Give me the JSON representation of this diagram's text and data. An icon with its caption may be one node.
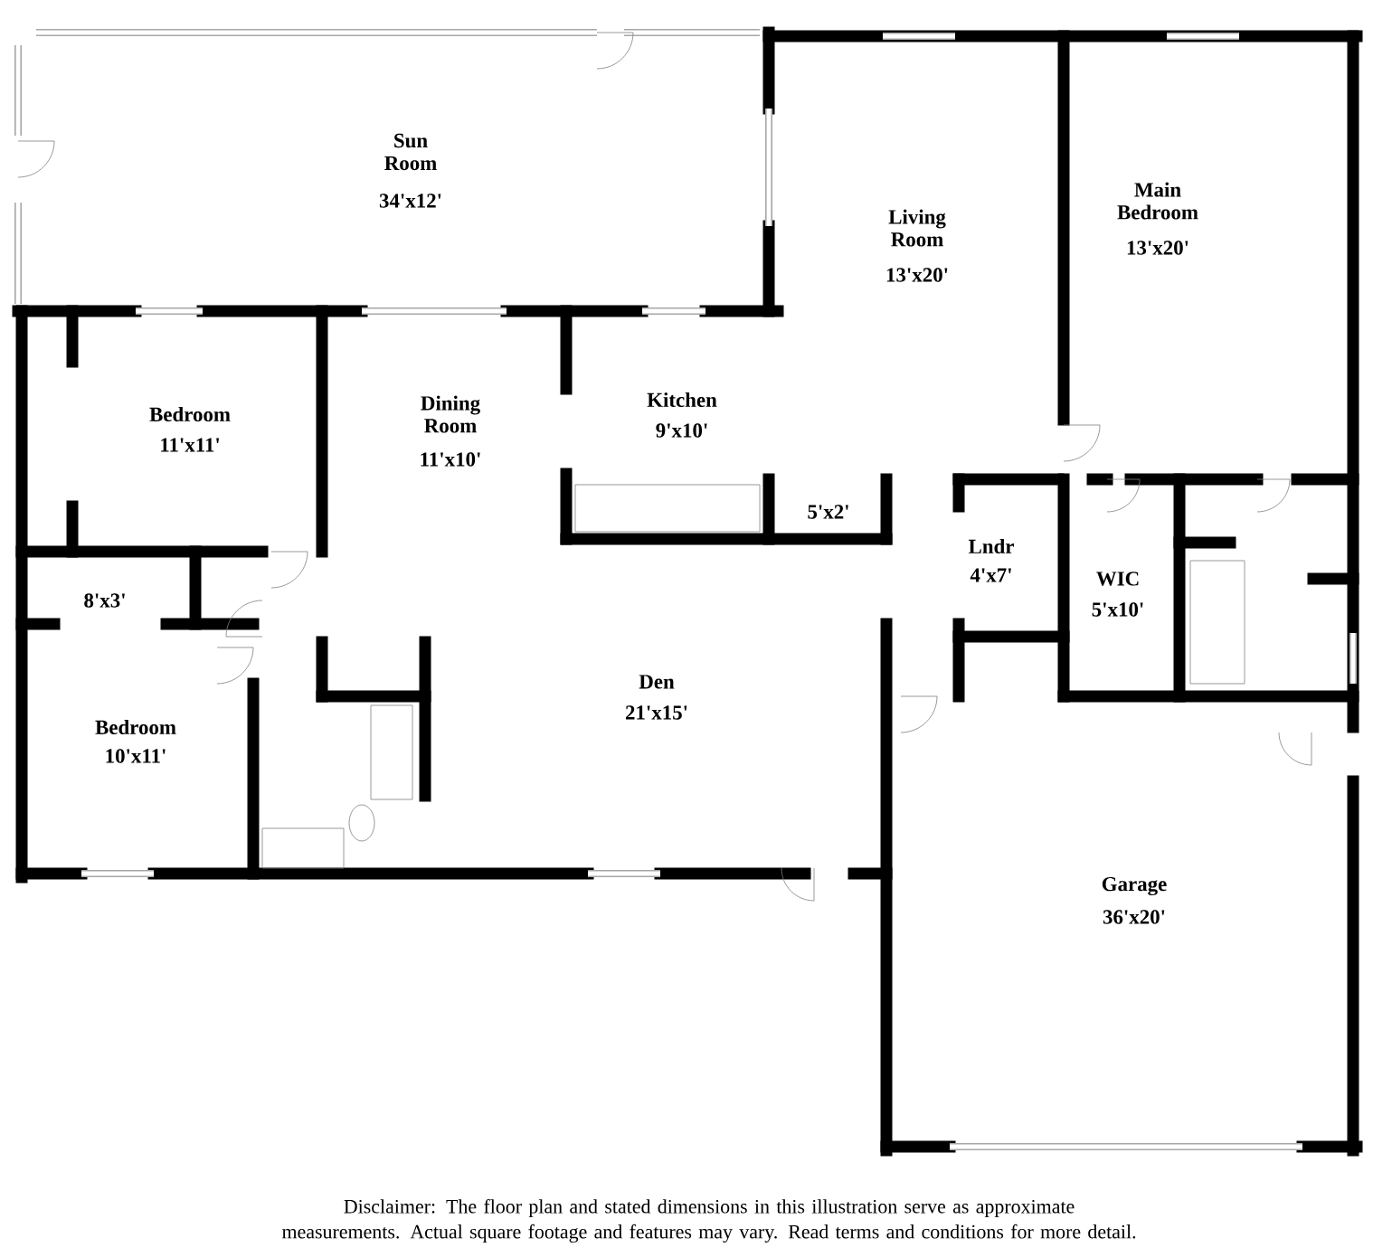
{
  "diagram": {
    "caption": "Disclaimer: The floor plan and stated dimensions in this illustration serve as approximate measurements. Actual square footage and features may vary. Read terms and conditions for more detail.",
    "labels": [
      "Sun Room",
      "34'x12'",
      "Living Room",
      "13'x20'",
      "Main Bedroom",
      "13'x20'",
      "Bedroom",
      "11'x11'",
      "Dining Room",
      "11'x10'",
      "Kitchen",
      "9'x10'",
      "5'x2'",
      "Lndr",
      "4'x7'",
      "WIC",
      "5'x10'",
      "8'x3'",
      "Bedroom",
      "10'x11'",
      "Den",
      "21'x15'",
      "Garage",
      "36'x20'"
    ]
  }
}
